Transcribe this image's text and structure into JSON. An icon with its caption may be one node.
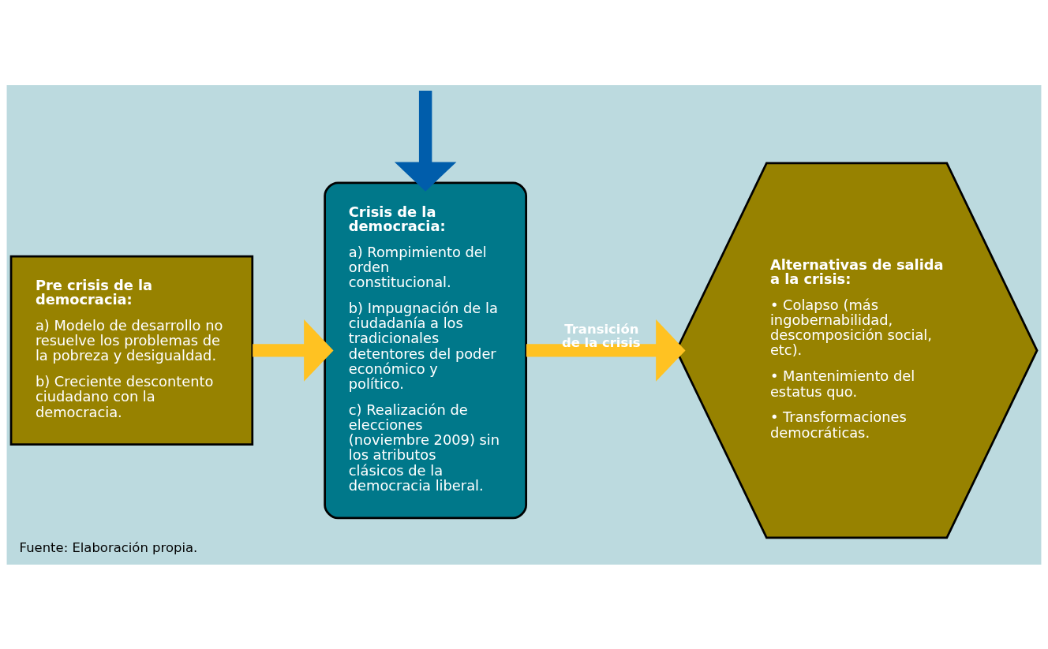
{
  "diagram": {
    "caption": "Fuente: Elaboración propia.",
    "nodes": [
      {
        "text": [
          "Pre crisis de la democracia:",
          "a) Modelo de desarrollo no resuelve los problemas de la pobreza y desigualdad.",
          "b) Creciente descontento ciudadano con la democracia."
        ]
      },
      {
        "text": [
          "Crisis de la democracia:",
          "a) Rompimiento del orden constitucional.",
          "b) Impugnación de la ciudadanía a los tradicionales detentores del poder económico y político.",
          "c) Realización de elecciones (noviembre 2009) sin los atributos clásicos de la democracia liberal."
        ]
      },
      {
        "text": [
          "Alternativas de salida a la crisis:",
          "• Colapso (más ingobernabilidad, descomposición social, etc).",
          "• Mantenimiento del estatus quo.",
          "• Transformaciones democráticas."
        ]
      }
    ],
    "edges": [
      {
        "from": null,
        "to": 1,
        "arrow": "to",
        "color": "#005dab"
      },
      {
        "from": 0,
        "to": 1,
        "arrow": "to"
      },
      {
        "from": 1,
        "to": 2,
        "arrow": "to",
        "label": "Transición de la crisis"
      }
    ]
  }
}
